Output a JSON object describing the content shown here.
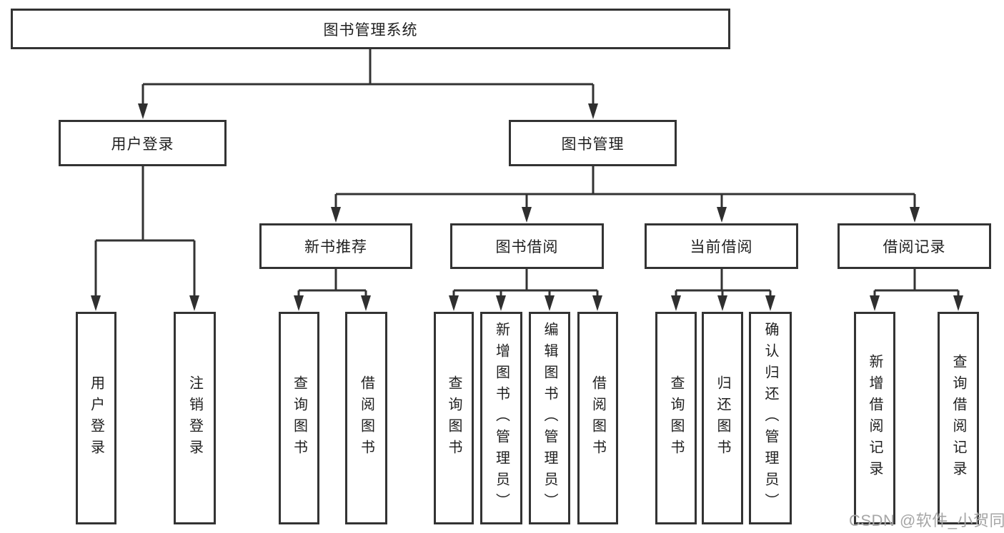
{
  "diagram": {
    "nodes": {
      "root": "图书管理系统",
      "user_login": "用户登录",
      "book_mgmt": "图书管理",
      "leaf_user_login": "用户登录",
      "leaf_logout": "注销登录",
      "new_book_rec": "新书推荐",
      "book_borrow": "图书借阅",
      "current_borrow": "当前借阅",
      "borrow_record": "借阅记录",
      "nb_query": "查询图书",
      "nb_borrow": "借阅图书",
      "bb_query": "查询图书",
      "bb_add": "新增图书（管理员）",
      "bb_edit": "编辑图书（管理员）",
      "bb_borrow": "借阅图书",
      "cb_query": "查询图书",
      "cb_return": "归还图书",
      "cb_confirm": "确认归还（管理员）",
      "br_add": "新增借阅记录",
      "br_query": "查询借阅记录"
    },
    "colors": {
      "line": "#333333",
      "text": "#1f1f1f",
      "background": "#ffffff",
      "watermark": "#a6a6a6"
    },
    "watermark": "CSDN @软件_小贺同学"
  }
}
